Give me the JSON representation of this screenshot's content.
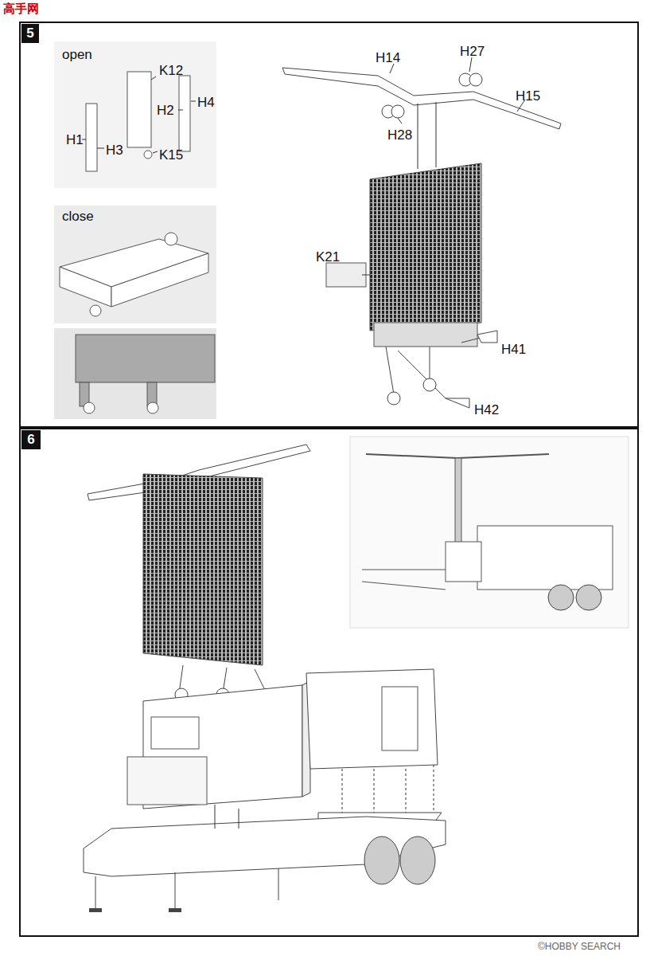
{
  "diagram": {
    "nodes": [
      {
        "text": [
          "5"
        ]
      },
      {
        "text": [
          "6"
        ]
      }
    ],
    "labels": [
      "open",
      "K12",
      "H2",
      "H4",
      "H1",
      "H3",
      "K15",
      "close",
      "H14",
      "H27",
      "H15",
      "H28",
      "K21",
      "H41",
      "H42",
      "高手网",
      "©HOBBY SEARCH"
    ]
  }
}
